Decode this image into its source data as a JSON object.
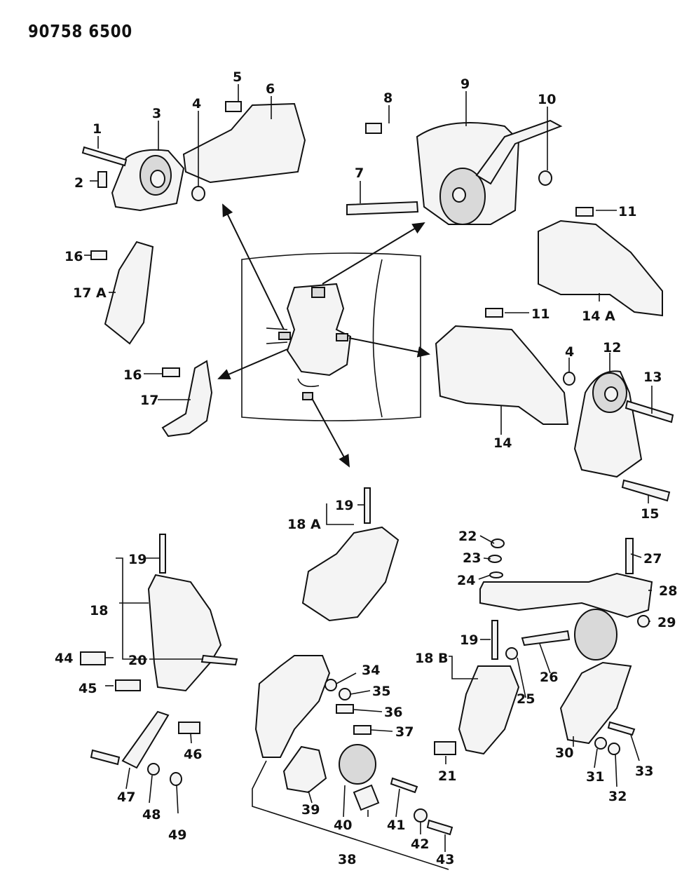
{
  "document_number": "90758 6500",
  "callouts": [
    "1",
    "2",
    "3",
    "4",
    "5",
    "6",
    "7",
    "8",
    "9",
    "10",
    "11",
    "12",
    "13",
    "14",
    "15",
    "16",
    "17",
    "18",
    "19",
    "20",
    "21",
    "22",
    "23",
    "24",
    "25",
    "26",
    "27",
    "28",
    "29",
    "30",
    "31",
    "32",
    "33",
    "34",
    "35",
    "36",
    "37",
    "38",
    "39",
    "40",
    "41",
    "42",
    "43",
    "44",
    "45",
    "46",
    "47",
    "48",
    "49"
  ],
  "variant_callouts": [
    "14 A",
    "17 A",
    "18 A",
    "18 B"
  ]
}
